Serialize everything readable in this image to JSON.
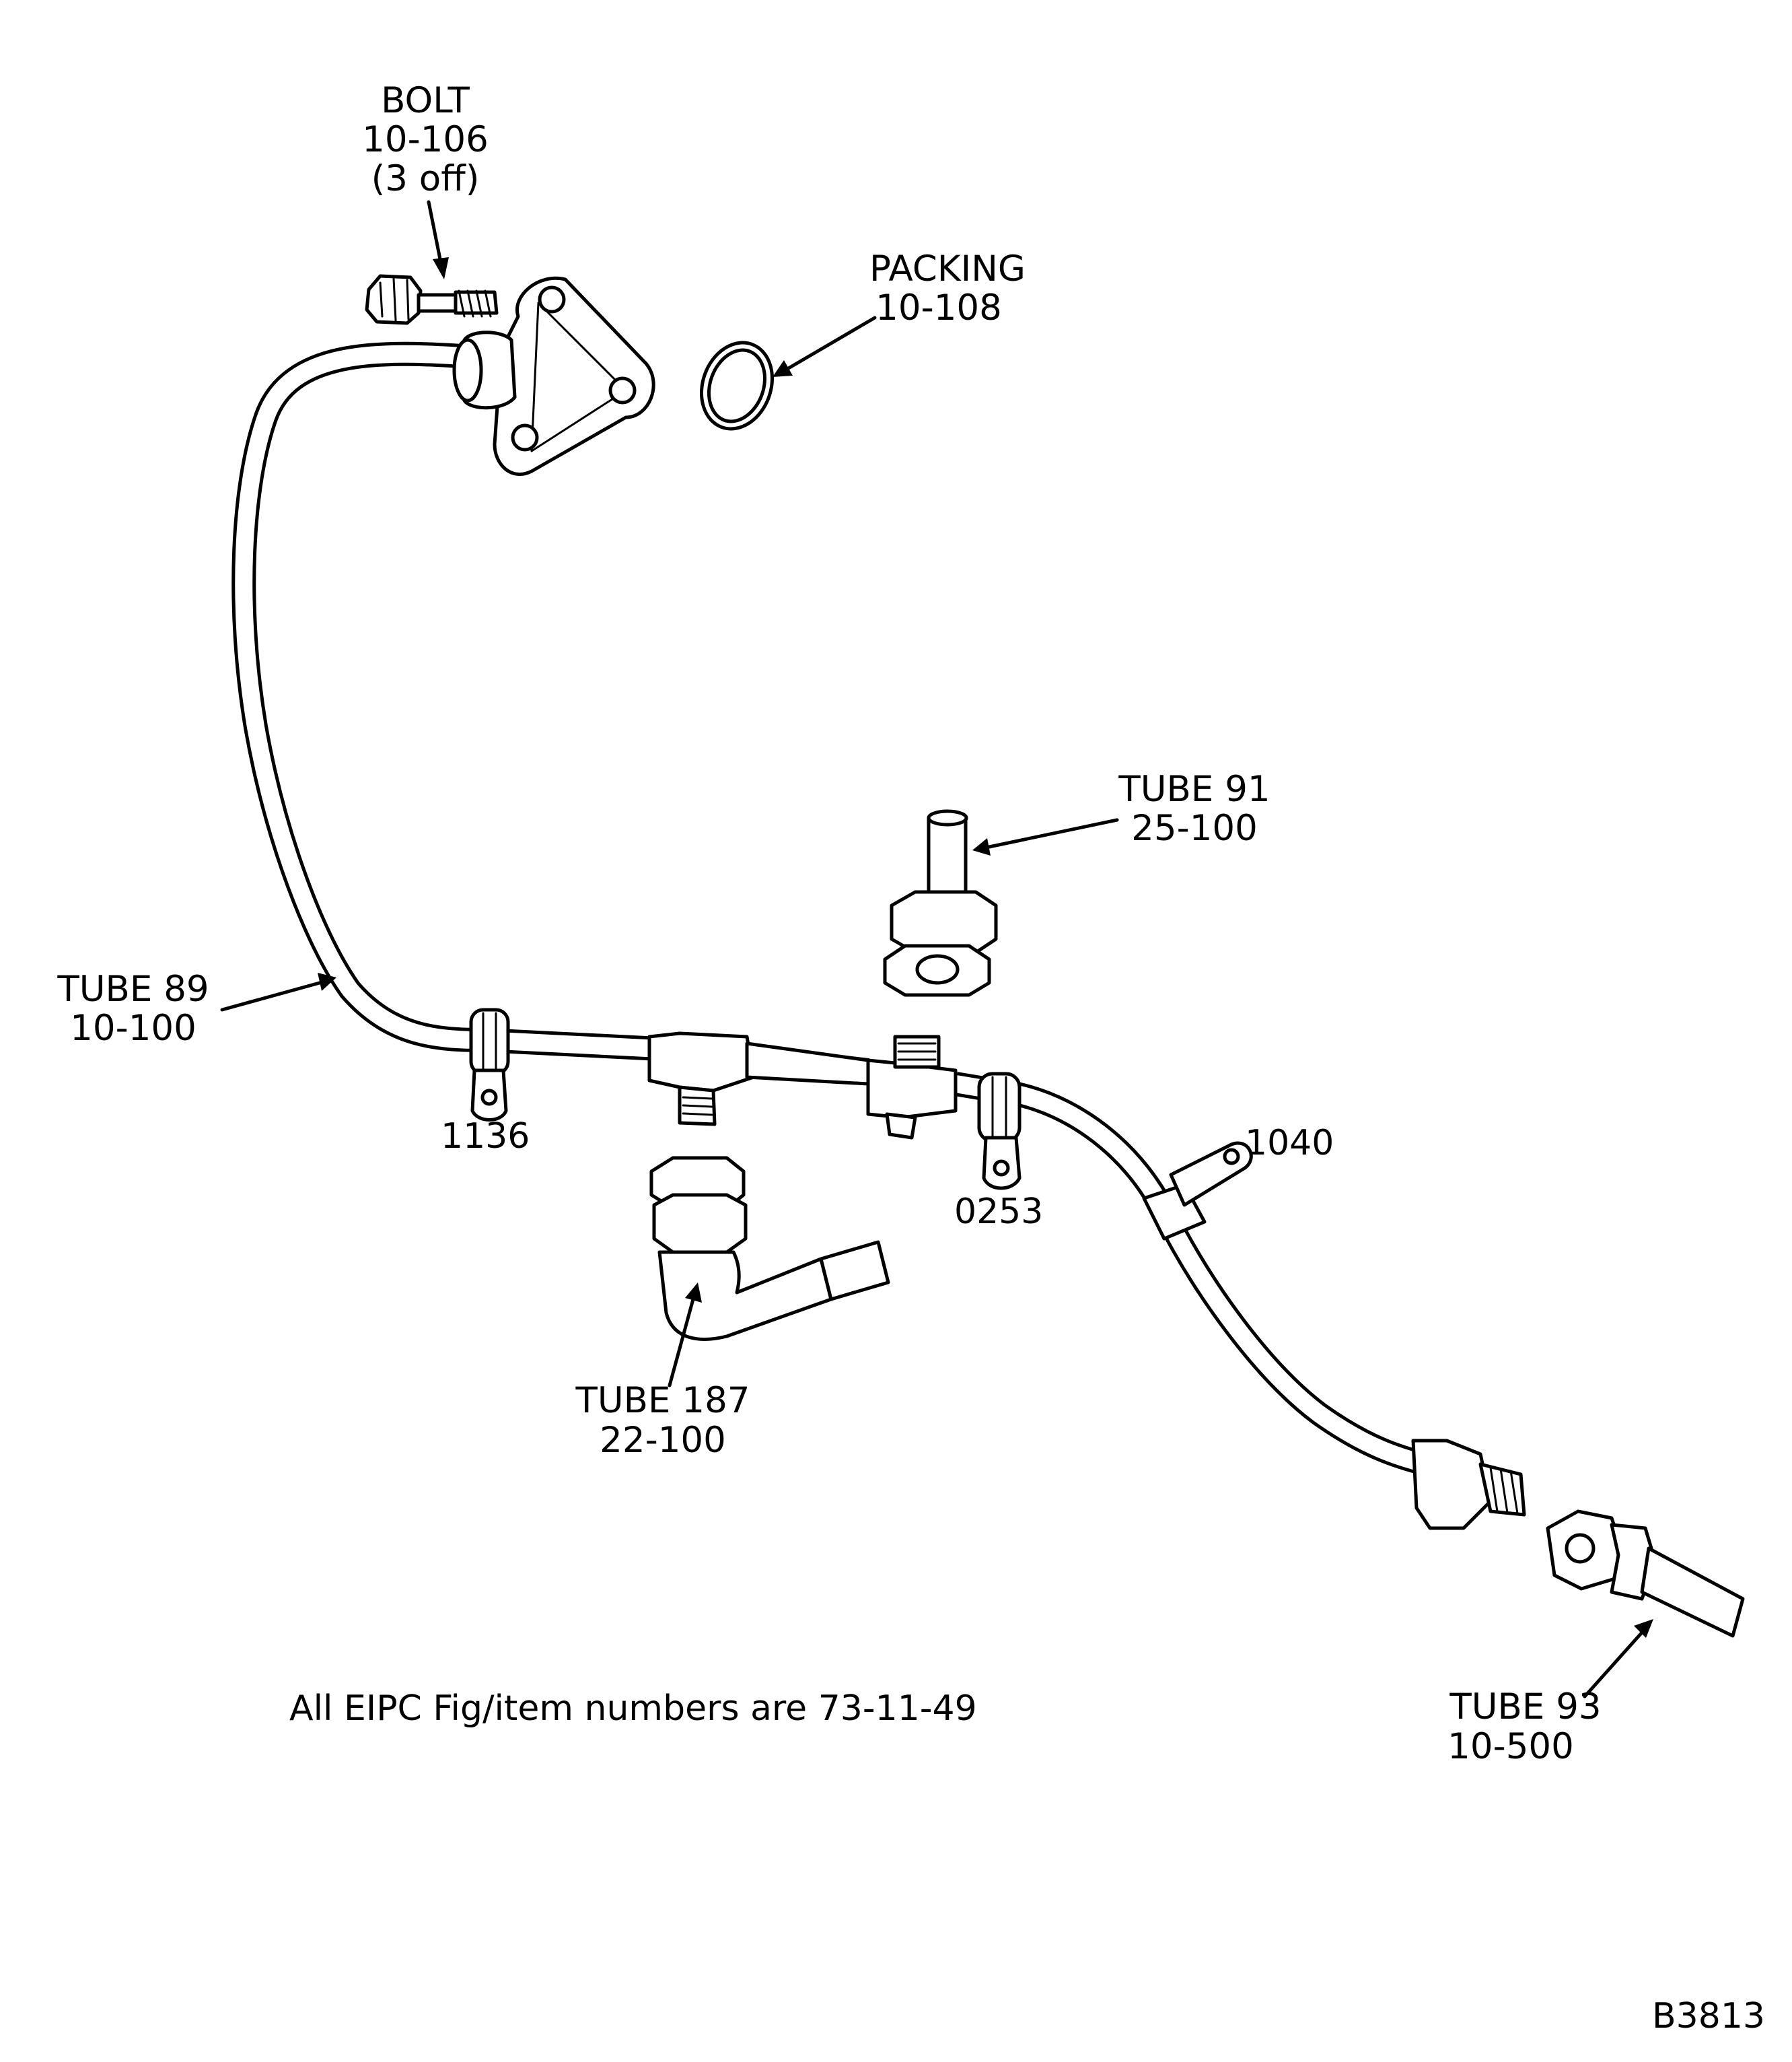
{
  "callouts": {
    "bolt": {
      "name": "BOLT",
      "ref": "10-106",
      "qty": "(3 off)"
    },
    "packing": {
      "name": "PACKING",
      "ref": "10-108"
    },
    "tube89": {
      "name": "TUBE 89",
      "ref": "10-100"
    },
    "tube91": {
      "name": "TUBE 91",
      "ref": "25-100"
    },
    "tube187": {
      "name": "TUBE 187",
      "ref": "22-100"
    },
    "tube93": {
      "name": "TUBE 93",
      "ref": "10-500"
    }
  },
  "clips": {
    "clip_1136": "1136",
    "clip_0253": "0253",
    "clip_1040": "1040"
  },
  "footnote": "All EIPC Fig/item numbers are 73-11-49",
  "figure_ref": "B3813"
}
